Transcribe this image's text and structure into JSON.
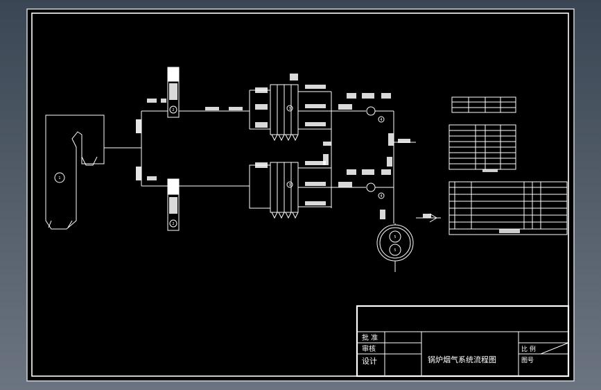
{
  "title_block": {
    "approve_label": "批 准",
    "review_label": "审核",
    "design_label": "设计",
    "drawing_title": "锅炉烟气系统流程图",
    "scale_label": "比 例",
    "drawing_no_label": "图号"
  },
  "equipment_marks": {
    "boiler": "1",
    "upper_pre": "2",
    "lower_pre": "2",
    "upper_filter": "3",
    "lower_filter": "3",
    "upper_fan": "4",
    "lower_fan": "4",
    "stack_top": "5",
    "stack_bottom": "5"
  },
  "colors": {
    "background_frame": "#56606c",
    "canvas": "#000000",
    "lines": "#ffffff"
  }
}
